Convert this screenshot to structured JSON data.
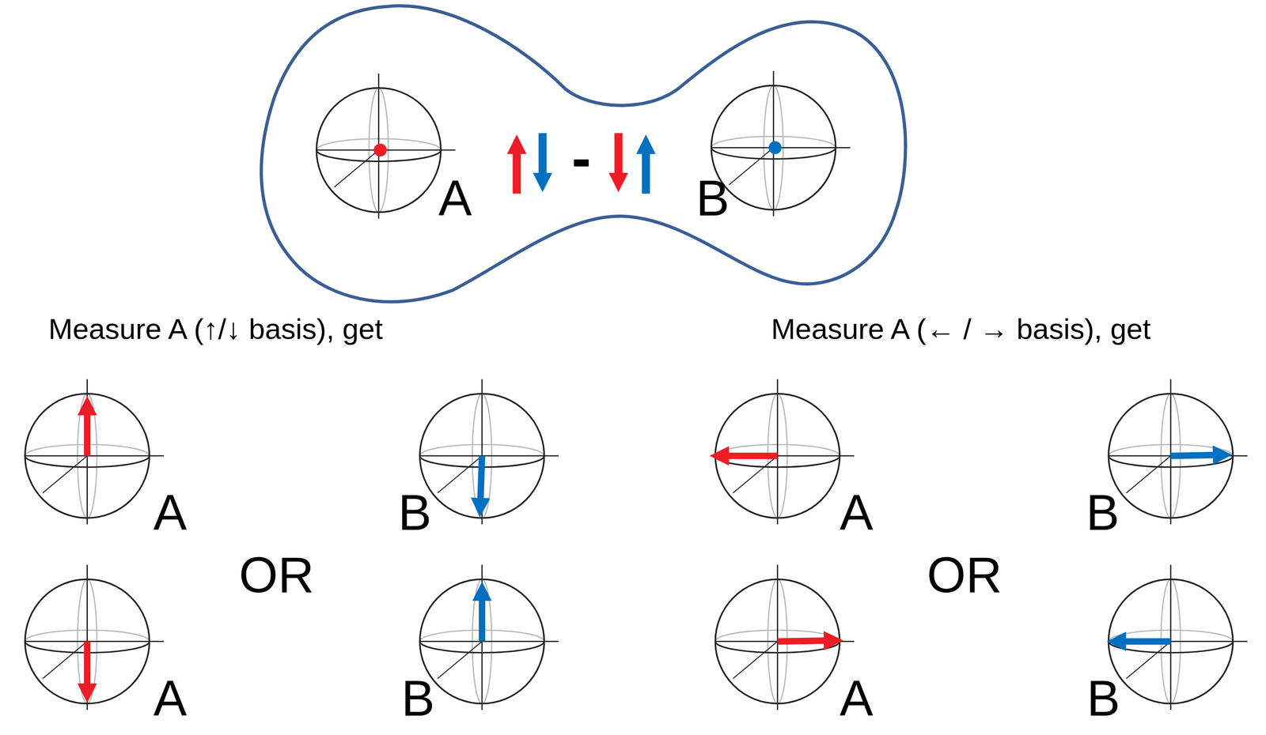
{
  "diagram": {
    "labels": [
      "A",
      "-",
      "B",
      "Measure A (↑/↓ basis), get",
      "Measure A (← / → basis), get",
      "A",
      "B",
      "A",
      "B",
      "OR",
      "OR",
      "A",
      "B",
      "A",
      "B"
    ]
  }
}
